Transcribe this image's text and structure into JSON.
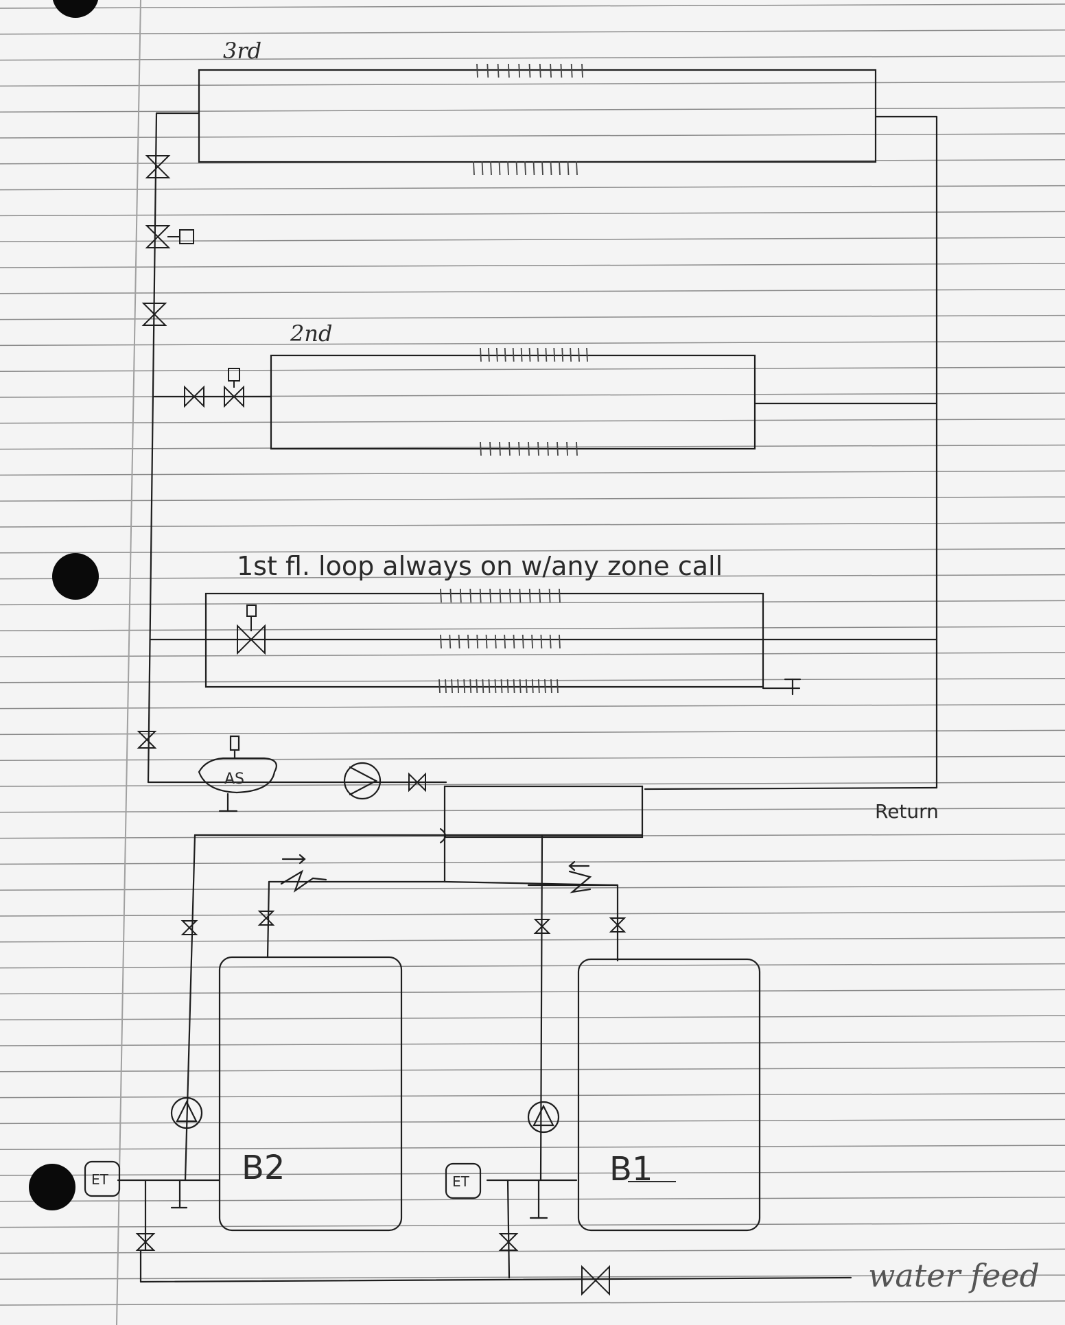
{
  "labels": {
    "third_floor": "3rd",
    "second_floor": "2nd",
    "first_floor_note": "1st fl. loop always on w/any zone call",
    "return": "Return",
    "boiler_2": "B2",
    "boiler_1": "B1",
    "air_separator": "AS",
    "expansion_tank": "ET",
    "water_feed": "water feed"
  },
  "colors": {
    "ink": "#1e1e1e",
    "pencil": "#555555",
    "paper": "#f4f4f4",
    "rule": "#8a8a8a",
    "margin": "#a0a0a0",
    "punch": "#0a0a0a"
  }
}
